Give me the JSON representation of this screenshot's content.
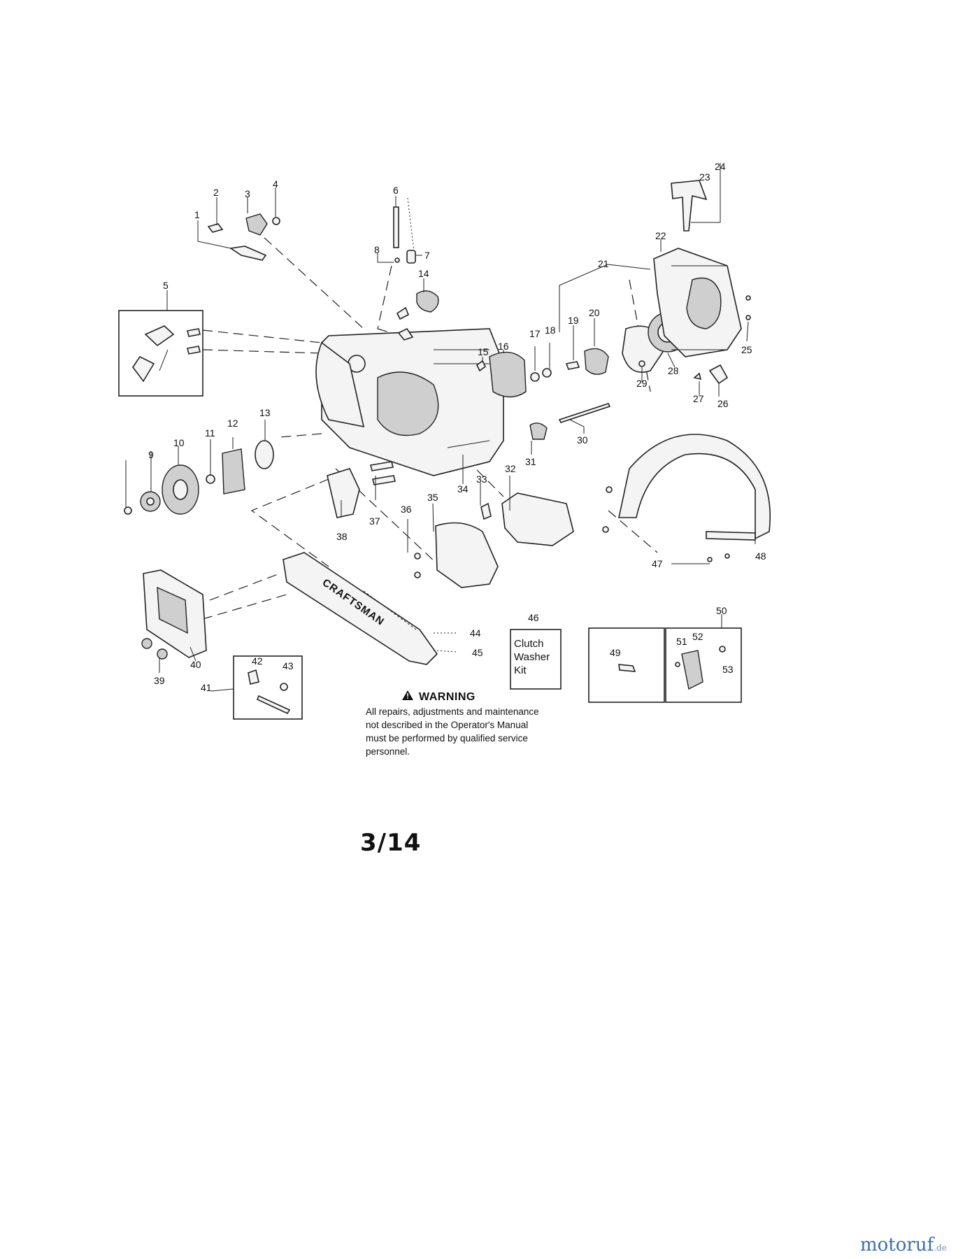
{
  "callouts": [
    "1",
    "2",
    "3",
    "4",
    "5",
    "6",
    "7",
    "8",
    "9",
    "10",
    "11",
    "12",
    "13",
    "14",
    "15",
    "16",
    "17",
    "18",
    "19",
    "20",
    "21",
    "22",
    "23",
    "24",
    "25",
    "26",
    "27",
    "28",
    "29",
    "30",
    "31",
    "32",
    "33",
    "34",
    "35",
    "36",
    "37",
    "38",
    "39",
    "40",
    "41",
    "42",
    "43",
    "44",
    "45",
    "46",
    "47",
    "48",
    "49",
    "50",
    "51",
    "52",
    "53"
  ],
  "bar_brand": "CRAFTSMAN",
  "kit_box": {
    "number": "46",
    "label_lines": [
      "Clutch",
      "Washer",
      "Kit"
    ]
  },
  "warning": {
    "title": "WARNING",
    "lines": [
      "All repairs, adjustments and maintenance",
      "not described in the Operator's Manual",
      "must be performed by qualified  service",
      "personnel."
    ]
  },
  "page_number": "3/14",
  "watermark": {
    "main": "motoruf",
    "tld": ".de"
  },
  "icons": [
    "warning-triangle-icon"
  ]
}
